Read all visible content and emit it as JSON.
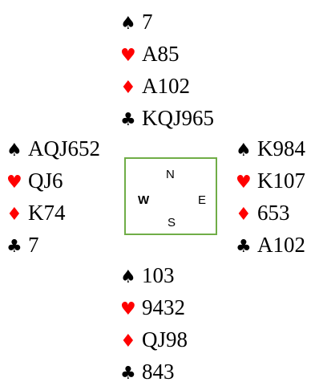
{
  "suits": {
    "spade": "♠",
    "heart": "♥",
    "diamond": "♦",
    "club": "♣"
  },
  "colors": {
    "red_suit": "#ff0000",
    "black_suit": "#000000",
    "compass_border": "#70ad47"
  },
  "compass": {
    "north": "N",
    "west": "W",
    "east": "E",
    "south": "S"
  },
  "hands": {
    "north": {
      "spades": "7",
      "hearts": "A85",
      "diamonds": "A102",
      "clubs": "KQJ965"
    },
    "west": {
      "spades": "AQJ652",
      "hearts": "QJ6",
      "diamonds": "K74",
      "clubs": "7"
    },
    "east": {
      "spades": "K984",
      "hearts": "K107",
      "diamonds": "653",
      "clubs": "A102"
    },
    "south": {
      "spades": "103",
      "hearts": "9432",
      "diamonds": "QJ98",
      "clubs": "843"
    }
  }
}
